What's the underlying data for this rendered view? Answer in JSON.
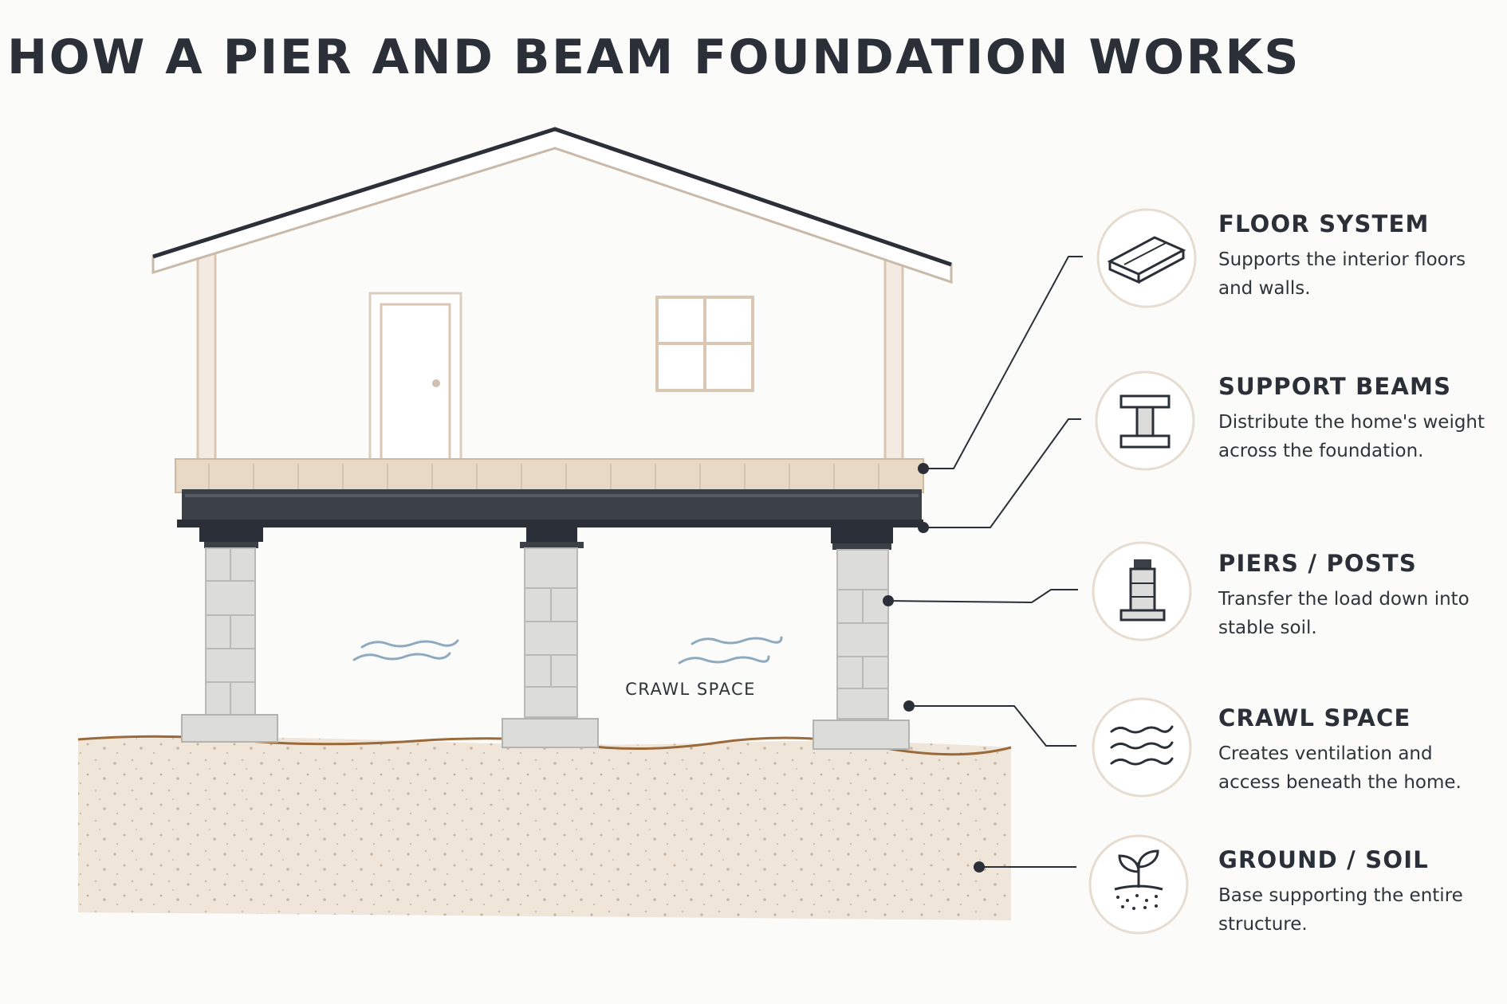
{
  "title": "HOW A PIER AND BEAM FOUNDATION WORKS",
  "crawl_space_label": "CRAWL SPACE",
  "colors": {
    "dark": "#2b3038",
    "wall": "#d9c6b3",
    "deck": "#e8d9c6",
    "beam": "#3b3f46",
    "block": "#dcdcda",
    "soil": "#efe5d9",
    "soil_line": "#9a6a3a",
    "wave": "#8fa9bf",
    "icon_ring": "#e6dcd0"
  },
  "legend": [
    {
      "icon": "floor-board-icon",
      "title": "FLOOR SYSTEM",
      "description": "Supports the interior floors and walls."
    },
    {
      "icon": "i-beam-icon",
      "title": "SUPPORT BEAMS",
      "description": "Distribute the home's weight across the foundation."
    },
    {
      "icon": "pier-post-icon",
      "title": "PIERS / POSTS",
      "description": "Transfer the load down into stable soil."
    },
    {
      "icon": "wave-lines-icon",
      "title": "CRAWL SPACE",
      "description": "Creates ventilation and access beneath the home."
    },
    {
      "icon": "sprout-soil-icon",
      "title": "GROUND / SOIL",
      "description": "Base supporting the entire structure."
    }
  ]
}
